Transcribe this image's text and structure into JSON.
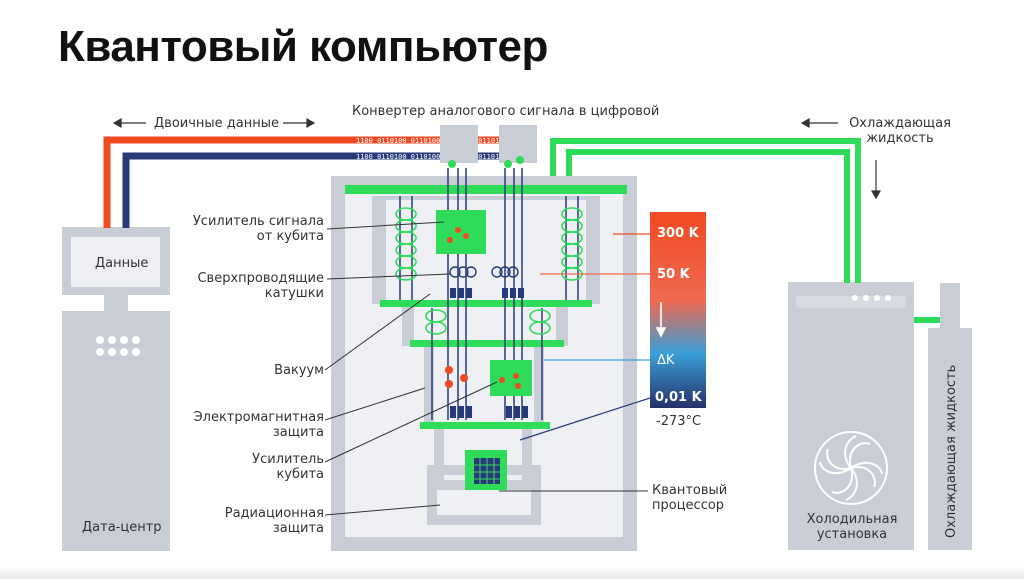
{
  "title": "Квантовый компьютер",
  "labels": {
    "binary_data": "Двоичные данные",
    "converter": "Конвертер аналогового сигнала в цифровой",
    "coolant_top_line1": "Охлаждающая",
    "coolant_top_line2": "жидкость",
    "data": "Данные",
    "datacenter": "Дата-центр",
    "amp_signal_line1": "Усилитель сигнала",
    "amp_signal_line2": "от кубита",
    "coils_line1": "Сверхпроводящие",
    "coils_line2": "катушки",
    "vacuum": "Вакуум",
    "em_line1": "Электромагнитная",
    "em_line2": "защита",
    "amp_qubit_line1": "Усилитель",
    "amp_qubit_line2": "кубита",
    "rad_line1": "Радиационная",
    "rad_line2": "защита",
    "qproc_line1": "Квантовый",
    "qproc_line2": "процессор",
    "fridge_line1": "Холодильная",
    "fridge_line2": "установка",
    "coolant_side": "Охлаждающая жидкость",
    "binary_stream_1": "1100 0110100 0110100 0110100 0110100 0110100 0110111",
    "binary_stream_2": "1100 0110100 0110100 0110100 0110100 0110100"
  },
  "temperatures": {
    "t300": "300 K",
    "t50": "50 K",
    "delta": "ΔK",
    "t001": "0,01 K",
    "abs": "-273°C"
  },
  "colors": {
    "red": "#f04a23",
    "navy": "#283a7a",
    "green": "#2fdc5a",
    "gray": "#c9ced6",
    "light": "#eef0f3"
  }
}
